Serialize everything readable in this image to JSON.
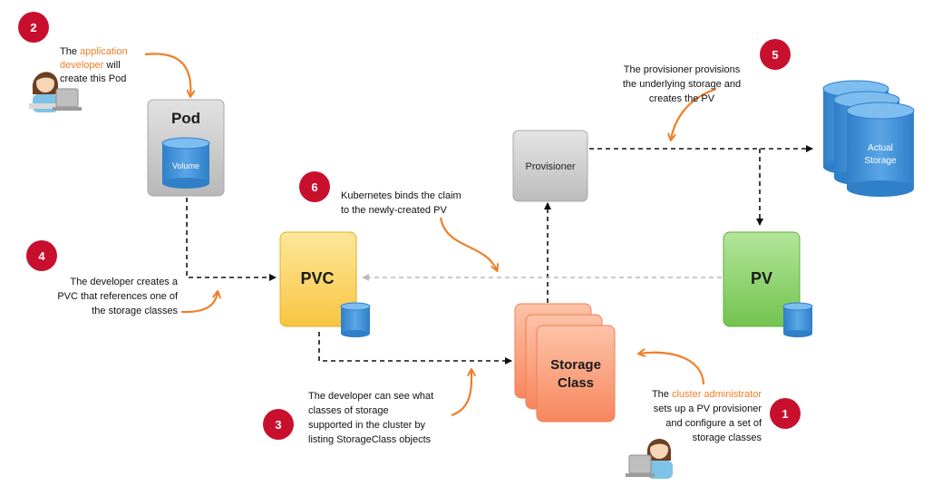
{
  "steps": {
    "s1": {
      "number": "1",
      "line1_prefix": "The ",
      "line1_highlight": "cluster administrator",
      "line2": "sets up a PV provisioner",
      "line3": "and configure a set of",
      "line4": "storage classes"
    },
    "s2": {
      "number": "2",
      "line1_prefix": "The ",
      "line1_highlight": "application",
      "line2_highlight": "developer",
      "line2_suffix": " will",
      "line3": "create this Pod"
    },
    "s3": {
      "number": "3",
      "line1": "The developer can see what",
      "line2": "classes of storage",
      "line3": "supported in the cluster by",
      "line4": "listing StorageClass objects"
    },
    "s4": {
      "number": "4",
      "line1": "The developer creates a",
      "line2": "PVC that references one of",
      "line3": "the storage classes"
    },
    "s5": {
      "number": "5",
      "line1": "The provisioner provisions",
      "line2": "the underlying storage and",
      "line3": "creates the PV"
    },
    "s6": {
      "number": "6",
      "line1": "Kubernetes binds the claim",
      "line2": "to the newly-created PV"
    }
  },
  "boxes": {
    "pod": "Pod",
    "pod_volume": "Volume",
    "pvc": "PVC",
    "pv": "PV",
    "provisioner": "Provisioner",
    "storage_class_line1": "Storage",
    "storage_class_line2": "Class",
    "actual_storage_line1": "Actual",
    "actual_storage_line2": "Storage"
  },
  "colors": {
    "badge": "#c8102e",
    "highlight": "#f07e26",
    "arrow_orange": "#f07e26",
    "pvc_fill": "#fbd34d",
    "pv_fill": "#8fd36a",
    "storage_class_fill": "#f9a07e",
    "storage_blue": "#4a96d9",
    "gray_box": "#cfcfcf"
  }
}
